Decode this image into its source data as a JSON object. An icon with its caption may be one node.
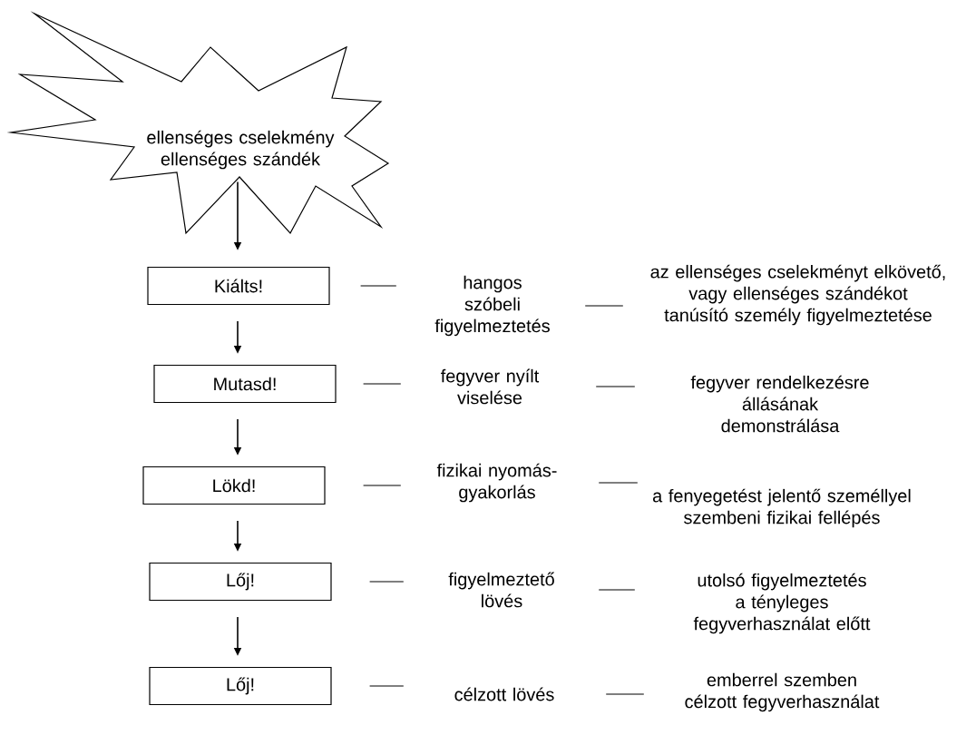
{
  "diagram": {
    "nodes": [
      {
        "text": [
          "ellenséges cselekmény ellenséges szándék"
        ]
      },
      {
        "text": [
          "Kiálts!"
        ]
      },
      {
        "text": [
          "hangos szóbeli figyelmeztetés"
        ]
      },
      {
        "text": [
          "az ellenséges cselekményt elkövető, vagy ellenséges szándékot tanúsító személy figyelmeztetése"
        ]
      },
      {
        "text": [
          "Mutasd!"
        ]
      },
      {
        "text": [
          "fegyver nyílt viselése"
        ]
      },
      {
        "text": [
          "fegyver rendelkezésre állásának demonstrálása"
        ]
      },
      {
        "text": [
          "Lökd!"
        ]
      },
      {
        "text": [
          "fizikai nyomás-gyakorlás"
        ]
      },
      {
        "text": [
          "a fenyegetést jelentő személlyel szembeni fizikai fellépés"
        ]
      },
      {
        "text": [
          "Lőj!"
        ]
      },
      {
        "text": [
          "figyelmeztető lövés"
        ]
      },
      {
        "text": [
          "utolsó figyelmeztetés a tényleges fegyverhasználat előtt"
        ]
      },
      {
        "text": [
          "Lőj!"
        ]
      },
      {
        "text": [
          "célzott lövés"
        ]
      },
      {
        "text": [
          "emberrel szemben célzott fegyverhasználat"
        ]
      }
    ],
    "edges": [
      {
        "from": 0,
        "to": 1,
        "arrow": "to"
      },
      {
        "from": 1,
        "to": 4,
        "arrow": "to"
      },
      {
        "from": 4,
        "to": 7,
        "arrow": "to"
      },
      {
        "from": 7,
        "to": 10,
        "arrow": "to"
      },
      {
        "from": 10,
        "to": 13,
        "arrow": "to"
      },
      {
        "from": 1,
        "to": 2,
        "arrow": "none"
      },
      {
        "from": 2,
        "to": 3,
        "arrow": "none"
      },
      {
        "from": 4,
        "to": 5,
        "arrow": "none"
      },
      {
        "from": 5,
        "to": 6,
        "arrow": "none"
      },
      {
        "from": 7,
        "to": 8,
        "arrow": "none"
      },
      {
        "from": 8,
        "to": 9,
        "arrow": "none"
      },
      {
        "from": 10,
        "to": 11,
        "arrow": "none"
      },
      {
        "from": 11,
        "to": 12,
        "arrow": "none"
      },
      {
        "from": 13,
        "to": 14,
        "arrow": "none"
      },
      {
        "from": 14,
        "to": 15,
        "arrow": "none"
      }
    ]
  }
}
